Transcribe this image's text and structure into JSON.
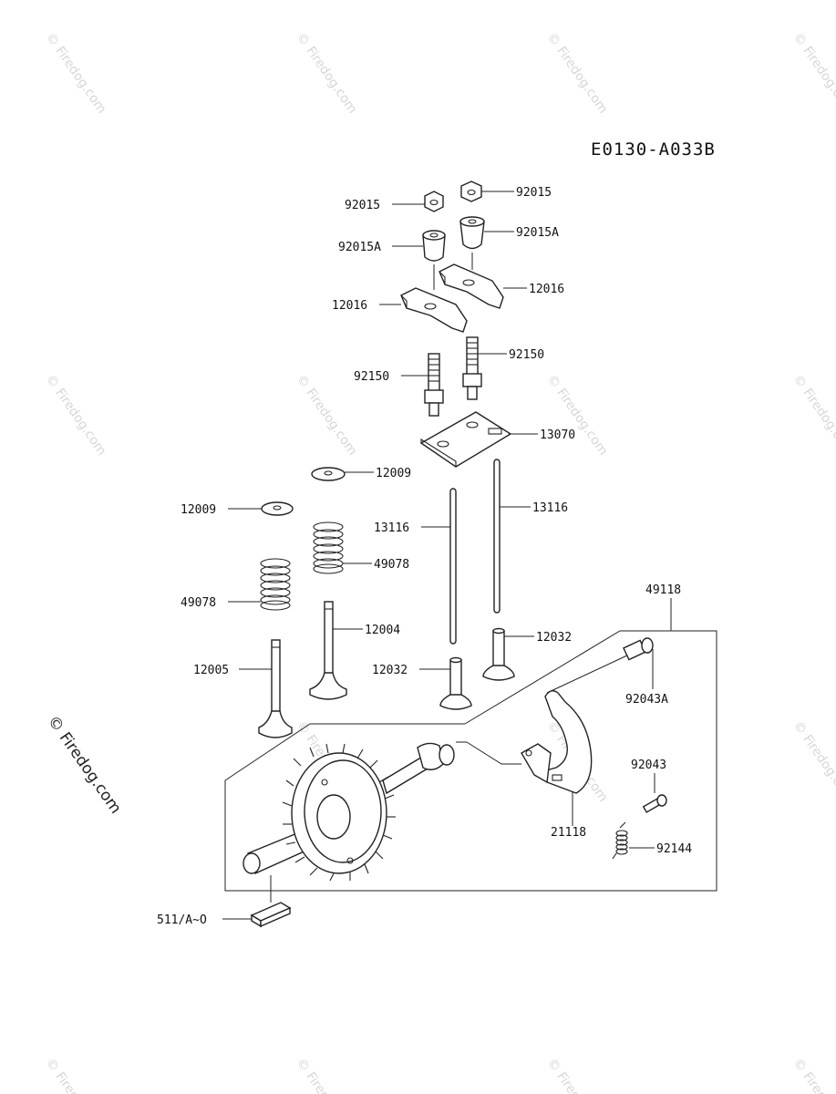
{
  "diagram_code": "E0130-A033B",
  "watermark_text": "© Firedog.com",
  "side_watermark_text": "© Firedog.com",
  "labels": {
    "nut_left": "92015",
    "nut_right": "92015",
    "cap_left": "92015A",
    "cap_right": "92015A",
    "rocker_left": "12016",
    "rocker_right": "12016",
    "stud_left": "92150",
    "stud_right": "92150",
    "guide_plate": "13070",
    "retainer_left": "12009",
    "retainer_mid": "12009",
    "push_rod_left": "13116",
    "push_rod_right": "13116",
    "spring_left": "49078",
    "spring_mid": "49078",
    "camshaft_assy": "49118",
    "valve_intake": "12004",
    "tappet_right": "12032",
    "tappet_left": "12032",
    "valve_exhaust": "12005",
    "bolt_a": "92043A",
    "bolt": "92043",
    "weight": "21118",
    "spring_small": "92144",
    "key": "511/A~O"
  }
}
